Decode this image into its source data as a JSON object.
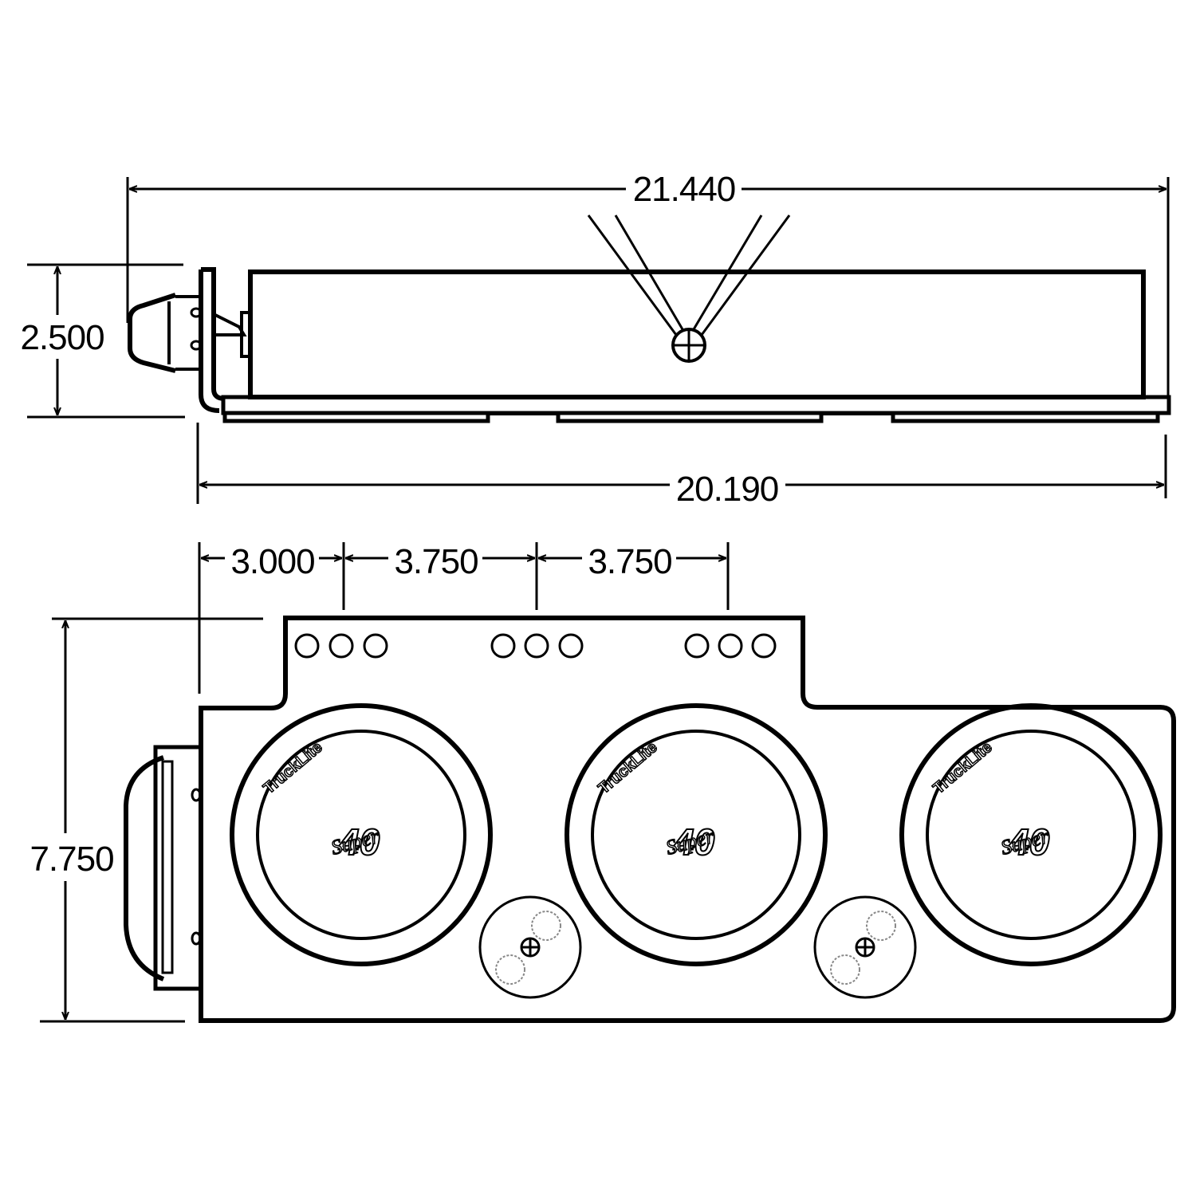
{
  "title": "Lamp assembly dimension drawing",
  "colors": {
    "line": "#000000",
    "background": "#ffffff"
  },
  "top_view": {
    "overall_length": "21.440",
    "height": "2.500",
    "base_length": "20.190"
  },
  "front_view": {
    "hole_spacing_1": "3.000",
    "hole_spacing_2": "3.750",
    "hole_spacing_3": "3.750",
    "overall_height": "7.750",
    "logo_brand": "Truck-Lite",
    "logo_model": "Super 40"
  }
}
